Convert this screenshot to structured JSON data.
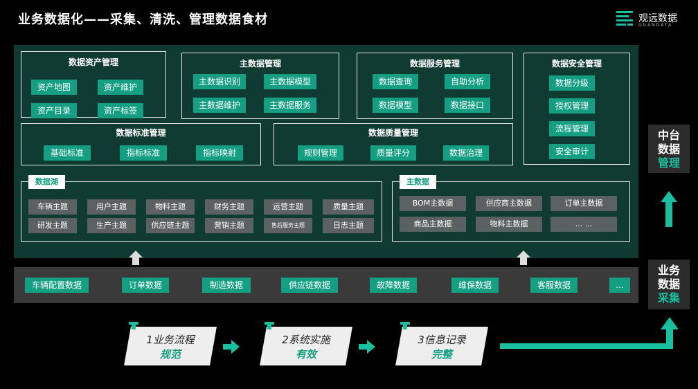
{
  "header": {
    "title": "业务数据化——采集、清洗、管理数据食材"
  },
  "logo": {
    "name": "观远数据",
    "tagline": "GUANDATA"
  },
  "asset_mgmt": {
    "title": "数据资产管理",
    "items": [
      "资产地图",
      "资产维护",
      "资产目录",
      "资产标签"
    ]
  },
  "master_mgmt": {
    "title": "主数据管理",
    "items": [
      "主数据识别",
      "主数据模型",
      "主数据维护",
      "主数据服务"
    ]
  },
  "service_mgmt": {
    "title": "数据服务管理",
    "items": [
      "数据查询",
      "自助分析",
      "数据模型",
      "数据接口"
    ]
  },
  "security_mgmt": {
    "title": "数据安全管理",
    "items": [
      "数据分级",
      "授权管理",
      "流程管理",
      "安全审计"
    ]
  },
  "standard_mgmt": {
    "title": "数据标准管理",
    "items": [
      "基础标准",
      "指标标准",
      "指标映射"
    ]
  },
  "quality_mgmt": {
    "title": "数据质量管理",
    "items": [
      "规则管理",
      "质量评分",
      "数据治理"
    ]
  },
  "data_lake": {
    "tag": "数据湖",
    "items": [
      "车辆主题",
      "用户主题",
      "物料主题",
      "财务主题",
      "运营主题",
      "质量主题",
      "研发主题",
      "生产主题",
      "供应链主题",
      "营销主题",
      "售后服务主题",
      "日志主题"
    ]
  },
  "master_data": {
    "tag": "主数据",
    "items": [
      "BOM主数据",
      "供应商主数据",
      "订单主数据",
      "商品主数据",
      "物料主数据",
      "... ..."
    ]
  },
  "sources": {
    "items": [
      "车辆配置数据",
      "订单数据",
      "制造数据",
      "供应链数据",
      "故障数据",
      "维保数据",
      "客服数据",
      "..."
    ]
  },
  "side_top": {
    "line1": "中台",
    "line2": "数据",
    "line3": "管理"
  },
  "side_bottom": {
    "line1": "业务",
    "line2": "数据",
    "line3": "采集"
  },
  "steps": [
    {
      "line1": "1业务流程",
      "line2": "规范"
    },
    {
      "line1": "2系统实施",
      "line2": "有效"
    },
    {
      "line1": "3信息记录",
      "line2": "完整"
    }
  ],
  "colors": {
    "accent": "#149e82",
    "panel": "#0f3b33",
    "band": "#3a3a3a",
    "gray_cell": "#5b6162"
  }
}
